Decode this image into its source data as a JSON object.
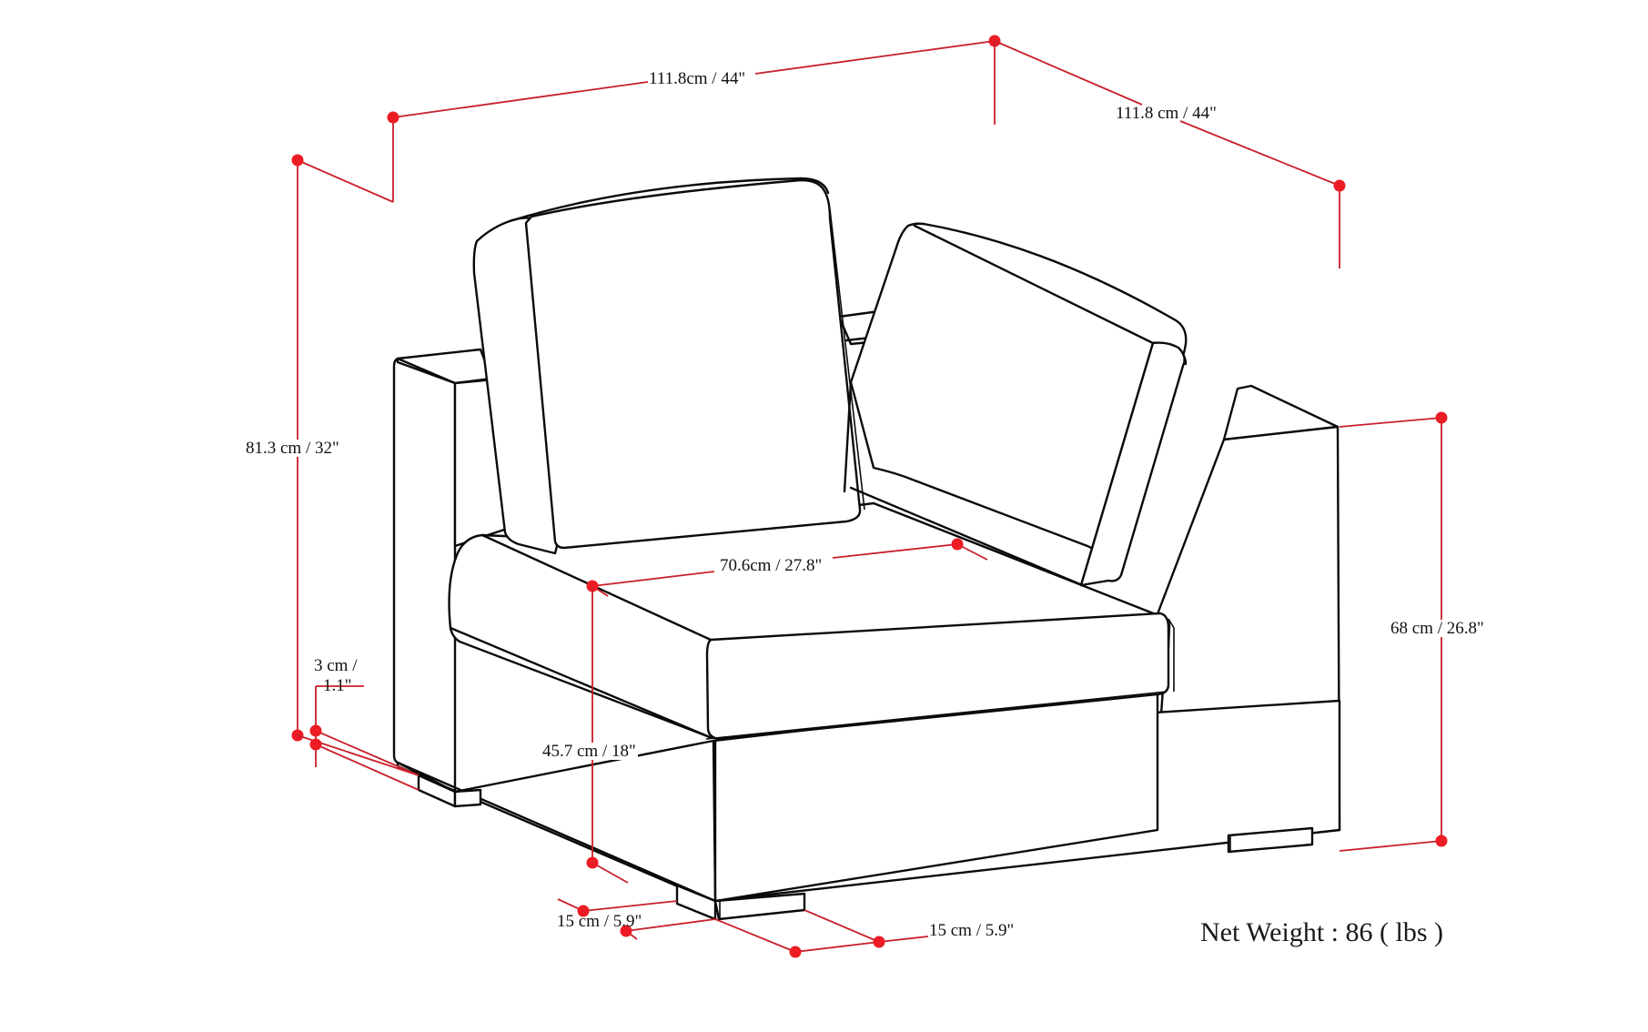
{
  "title": "Armchair dimensions diagram",
  "colors": {
    "dimension_line": "#c8202a",
    "dimension_dot": "#ec1c24",
    "outline": "#0a0a0a",
    "background": "#ffffff",
    "text": "#111111"
  },
  "dimensions": {
    "overall_width": {
      "label": "111.8cm / 44\"",
      "cm": 111.8,
      "in": 44
    },
    "overall_depth": {
      "label": "111.8 cm / 44\"",
      "cm": 111.8,
      "in": 44
    },
    "overall_height": {
      "label": "81.3 cm / 32\"",
      "cm": 81.3,
      "in": 32
    },
    "arm_height": {
      "label": "68 cm / 26.8\"",
      "cm": 68,
      "in": 26.8
    },
    "seat_width": {
      "label": "70.6cm / 27.8\"",
      "cm": 70.6,
      "in": 27.8
    },
    "seat_height": {
      "label": "45.7 cm / 18\"",
      "cm": 45.7,
      "in": 18
    },
    "leg_height": {
      "label_line1": "3 cm /",
      "label_line2": "1.1\"",
      "cm": 3,
      "in": 1.1
    },
    "leg_depth": {
      "label": "15 cm / 5.9\"",
      "cm": 15,
      "in": 5.9
    },
    "leg_width": {
      "label": "15 cm / 5.9\"",
      "cm": 15,
      "in": 5.9
    }
  },
  "net_weight": {
    "label": "Net Weight : 86 ( lbs )",
    "value": 86,
    "unit": "lbs"
  }
}
